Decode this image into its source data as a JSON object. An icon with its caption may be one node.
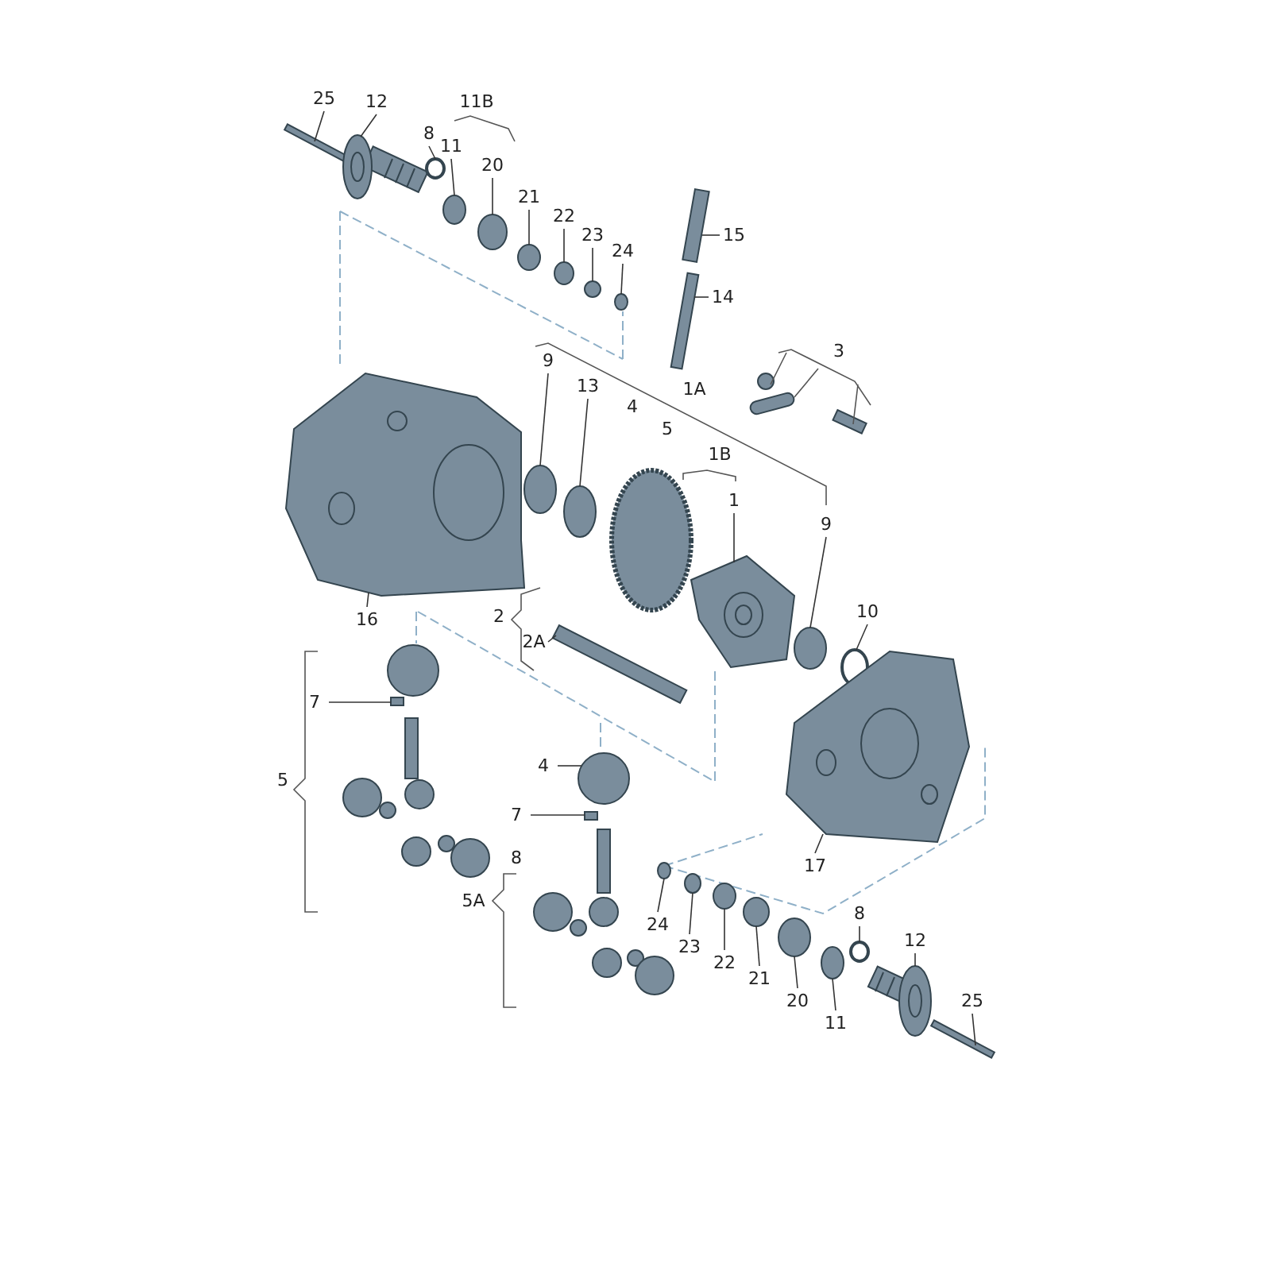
{
  "diagram": {
    "nodes": [
      {
        "text": [
          "25"
        ]
      },
      {
        "text": [
          "12"
        ]
      },
      {
        "text": [
          "8"
        ]
      },
      {
        "text": [
          "11"
        ]
      },
      {
        "text": [
          "20"
        ]
      },
      {
        "text": [
          "21"
        ]
      },
      {
        "text": [
          "22"
        ]
      },
      {
        "text": [
          "23"
        ]
      },
      {
        "text": [
          "24"
        ]
      },
      {
        "text": [
          "15"
        ]
      },
      {
        "text": [
          "14"
        ]
      },
      {
        "text": [
          "9"
        ]
      },
      {
        "text": [
          "13"
        ]
      },
      {
        "text": [
          "1"
        ]
      },
      {
        "text": [
          "9"
        ]
      },
      {
        "text": [
          "10"
        ]
      },
      {
        "text": [
          "16"
        ]
      },
      {
        "text": [
          "2A"
        ]
      },
      {
        "text": [
          "7"
        ]
      },
      {
        "text": [
          "4"
        ]
      },
      {
        "text": [
          "7"
        ]
      },
      {
        "text": [
          "17"
        ]
      },
      {
        "text": [
          "24"
        ]
      },
      {
        "text": [
          "23"
        ]
      },
      {
        "text": [
          "22"
        ]
      },
      {
        "text": [
          "21"
        ]
      },
      {
        "text": [
          "20"
        ]
      },
      {
        "text": [
          "11"
        ]
      },
      {
        "text": [
          "8"
        ]
      },
      {
        "text": [
          "12"
        ]
      },
      {
        "text": [
          "25"
        ]
      },
      {
        "text": [],
        "shape": "circle"
      },
      {
        "text": [],
        "shape": "circle"
      },
      {
        "text": [],
        "shape": "circle"
      },
      {
        "text": [],
        "shape": "circle"
      },
      {
        "text": [],
        "shape": "circle"
      },
      {
        "text": [],
        "shape": "circle"
      },
      {
        "text": [],
        "shape": "circle"
      },
      {
        "text": [],
        "shape": "circle"
      },
      {
        "text": [],
        "shape": "circle"
      },
      {
        "text": [],
        "shape": "circle"
      },
      {
        "text": [],
        "shape": "circle"
      },
      {
        "text": [],
        "shape": "circle"
      },
      {
        "text": [],
        "shape": "bar"
      },
      {
        "text": [],
        "shape": "picture"
      },
      {
        "text": [],
        "shape": "circle"
      },
      {
        "text": [],
        "shape": "bar"
      },
      {
        "text": [],
        "shape": "bar"
      },
      {
        "text": [],
        "shape": "circle"
      },
      {
        "text": [],
        "shape": "circle"
      },
      {
        "text": [],
        "shape": "picture"
      },
      {
        "text": [],
        "shape": "circle"
      },
      {
        "text": [],
        "shape": "circle"
      },
      {
        "text": [],
        "shape": "picture"
      },
      {
        "text": [],
        "shape": "bar"
      },
      {
        "text": [],
        "shape": "bar"
      },
      {
        "text": [],
        "shape": "circle"
      },
      {
        "text": [],
        "shape": "bar"
      },
      {
        "text": [],
        "shape": "picture"
      },
      {
        "text": [],
        "shape": "circle"
      },
      {
        "text": [],
        "shape": "picture"
      },
      {
        "text": [],
        "shape": "bar"
      }
    ],
    "edges": [
      {
        "from": 0,
        "to": 43,
        "arrow": "none"
      },
      {
        "from": 1,
        "to": 44,
        "arrow": "none"
      },
      {
        "from": 2,
        "to": 45,
        "arrow": "none"
      },
      {
        "from": 3,
        "to": 31,
        "arrow": "none"
      },
      {
        "from": 4,
        "to": 32,
        "arrow": "none"
      },
      {
        "from": 5,
        "to": 33,
        "arrow": "none"
      },
      {
        "from": 6,
        "to": 34,
        "arrow": "none"
      },
      {
        "from": 7,
        "to": 35,
        "arrow": "none"
      },
      {
        "from": 8,
        "to": 41,
        "arrow": "none"
      },
      {
        "from": 9,
        "to": 46,
        "arrow": "none"
      },
      {
        "from": 10,
        "to": 47,
        "arrow": "none"
      },
      {
        "from": 11,
        "to": 48,
        "arrow": "none"
      },
      {
        "from": 12,
        "to": 49,
        "arrow": "none"
      },
      {
        "from": 13,
        "to": 50,
        "arrow": "none"
      },
      {
        "from": 14,
        "to": 51,
        "arrow": "none"
      },
      {
        "from": 15,
        "to": 52,
        "arrow": "none"
      },
      {
        "from": 16,
        "to": 53,
        "arrow": "none"
      },
      {
        "from": 17,
        "to": 54,
        "arrow": "none"
      },
      {
        "from": 18,
        "to": 55,
        "arrow": "none"
      },
      {
        "from": 19,
        "to": 56,
        "arrow": "none"
      },
      {
        "from": 20,
        "to": 57,
        "arrow": "none"
      },
      {
        "from": 21,
        "to": 58,
        "arrow": "none"
      },
      {
        "from": 22,
        "to": 42,
        "arrow": "none"
      },
      {
        "from": 23,
        "to": 36,
        "arrow": "none"
      },
      {
        "from": 24,
        "to": 37,
        "arrow": "none"
      },
      {
        "from": 25,
        "to": 38,
        "arrow": "none"
      },
      {
        "from": 26,
        "to": 39,
        "arrow": "none"
      },
      {
        "from": 27,
        "to": 40,
        "arrow": "none"
      },
      {
        "from": 28,
        "to": 59,
        "arrow": "none"
      },
      {
        "from": 29,
        "to": 60,
        "arrow": "none"
      },
      {
        "from": 30,
        "to": 61,
        "arrow": "none"
      }
    ],
    "labels": [
      "11B",
      "3",
      "4",
      "1A",
      "5",
      "1B",
      "2",
      "5",
      "8",
      "5A"
    ]
  }
}
